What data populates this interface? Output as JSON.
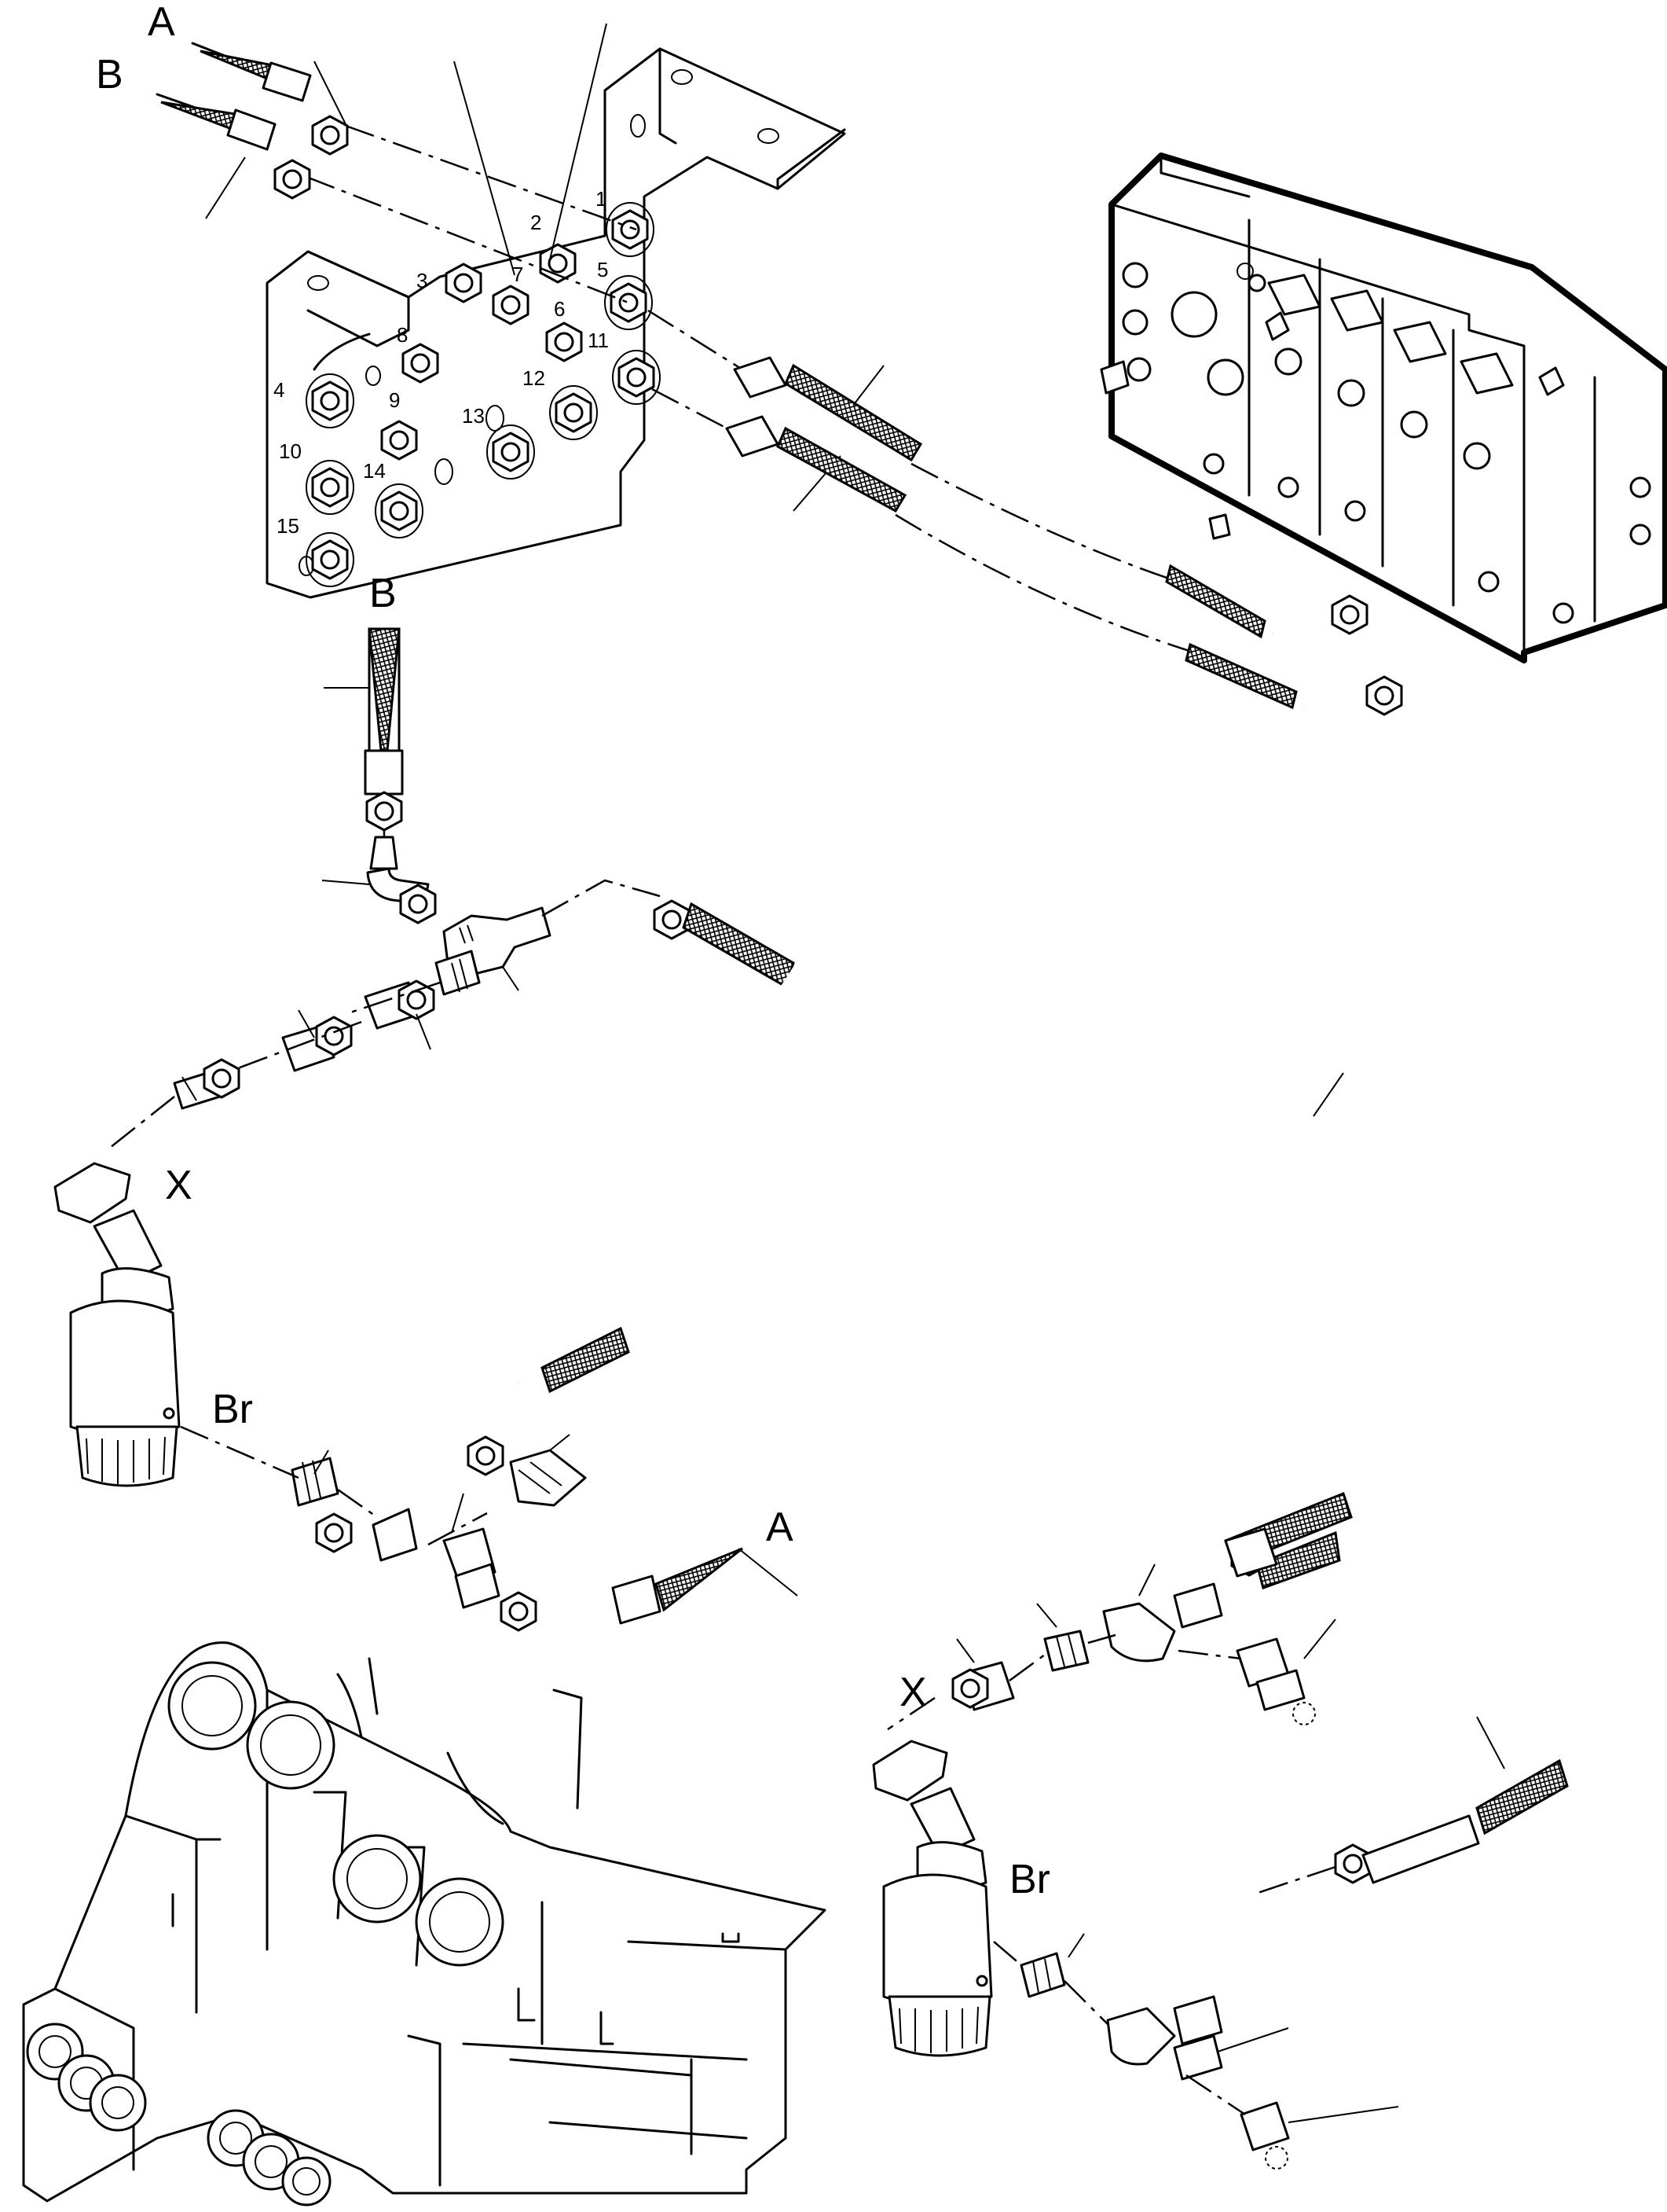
{
  "labels": {
    "a_top": "A",
    "b_top": "B",
    "b_mid": "B",
    "x_left": "X",
    "br_left": "Br",
    "a_mid": "A",
    "x_right": "X",
    "br_right": "Br"
  },
  "ports": [
    "1",
    "2",
    "3",
    "4",
    "5",
    "6",
    "7",
    "8",
    "9",
    "10",
    "11",
    "12",
    "13",
    "14",
    "15"
  ]
}
